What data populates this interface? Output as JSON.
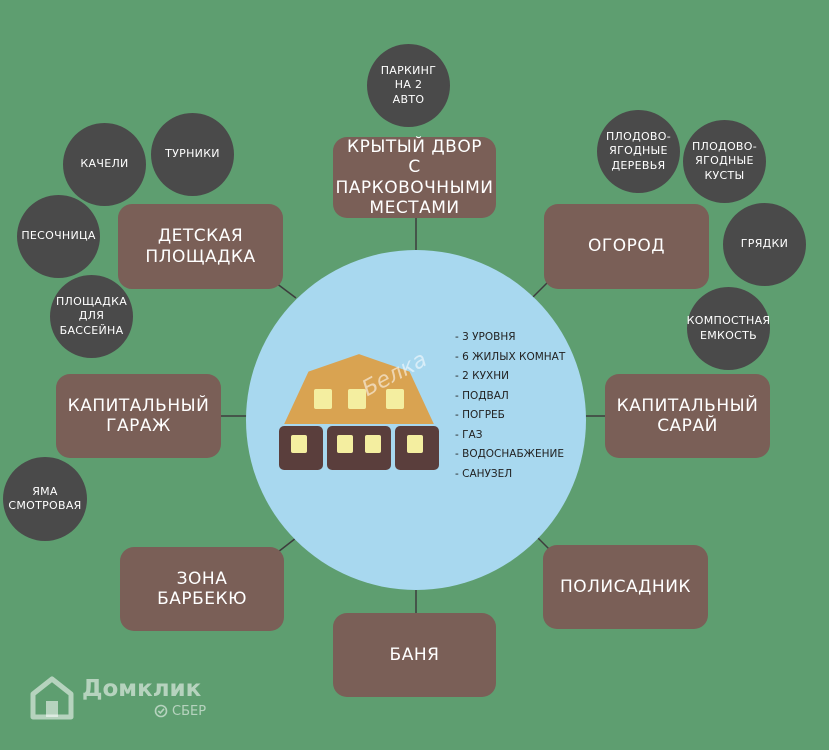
{
  "hub": {
    "features": [
      "- 3 УРОВНЯ",
      "- 6 ЖИЛЫХ КОМНАТ",
      "- 2 КУХНИ",
      "- ПОДВАЛ",
      "- ПОГРЕБ",
      "- ГАЗ",
      "- ВОДОСНАБЖЕНИЕ",
      "- САНУЗЕЛ"
    ],
    "watermark": "Белка"
  },
  "categories": {
    "covered_yard": "КРЫТЫЙ ДВОР\nС ПАРКОВОЧНЫМИ\nМЕСТАМИ",
    "playground": "ДЕТСКАЯ\nПЛОЩАДКА",
    "garden": "ОГОРОД",
    "garage": "КАПИТАЛЬНЫЙ\nГАРАЖ",
    "shed": "КАПИТАЛЬНЫЙ\nСАРАЙ",
    "bbq": "ЗОНА\nБАРБЕКЮ",
    "front_garden": "ПОЛИСАДНИК",
    "bath": "БАНЯ"
  },
  "items": {
    "parking": "ПАРКИНГ\nНА 2\nАВТО",
    "swings": "КАЧЕЛИ",
    "bars": "ТУРНИКИ",
    "sandbox": "ПЕСОЧНИЦА",
    "pool": "ПЛОЩАДКА\nДЛЯ\nБАССЕЙНА",
    "fruit_trees": "ПЛОДОВО-\nЯГОДНЫЕ\nДЕРЕВЬЯ",
    "fruit_bushes": "ПЛОДОВО-\nЯГОДНЫЕ\nКУСТЫ",
    "beds": "ГРЯДКИ",
    "compost": "КОМПОСТНАЯ\nЕМКОСТЬ",
    "pit": "ЯМА\nСМОТРОВАЯ"
  },
  "brand": {
    "name": "Домклик",
    "sub": "СБЕР"
  },
  "colors": {
    "background": "#5e9e70",
    "box": "#7a5f57",
    "circle": "#4a4a4a",
    "hub": "#a8d8ef",
    "house": "#d9a351"
  }
}
